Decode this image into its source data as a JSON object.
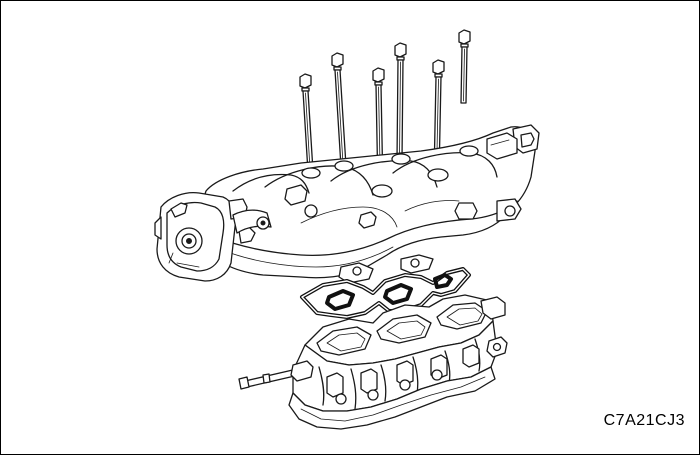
{
  "figure": {
    "code": "C7A21CJ3"
  },
  "parts": {
    "bolts": [
      "bolt",
      "bolt",
      "bolt",
      "bolt",
      "bolt",
      "bolt"
    ],
    "upper_manifold": "upper-intake-manifold",
    "gasket": "manifold-gasket",
    "lower_manifold": "lower-intake-manifold"
  }
}
